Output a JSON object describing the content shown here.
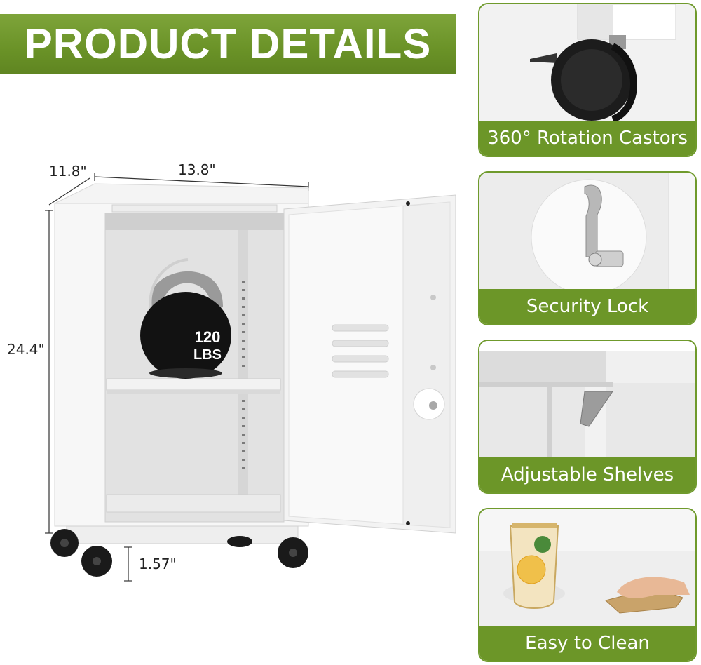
{
  "banner": {
    "title": "PRODUCT DETAILS"
  },
  "dimensions": {
    "depth": "11.8\"",
    "width": "13.8\"",
    "height": "24.4\"",
    "wheel_height": "1.57\""
  },
  "kettlebell": {
    "label_line1": "120",
    "label_line2": "LBS"
  },
  "features": [
    {
      "label": "360° Rotation Castors",
      "icon": "castor-wheel"
    },
    {
      "label": "Security Lock",
      "icon": "lock-latch"
    },
    {
      "label": "Adjustable Shelves",
      "icon": "shelf-bracket"
    },
    {
      "label": "Easy to Clean",
      "icon": "cleaning-hand"
    }
  ],
  "colors": {
    "accent": "#6c9628",
    "banner": "#6a9227"
  }
}
